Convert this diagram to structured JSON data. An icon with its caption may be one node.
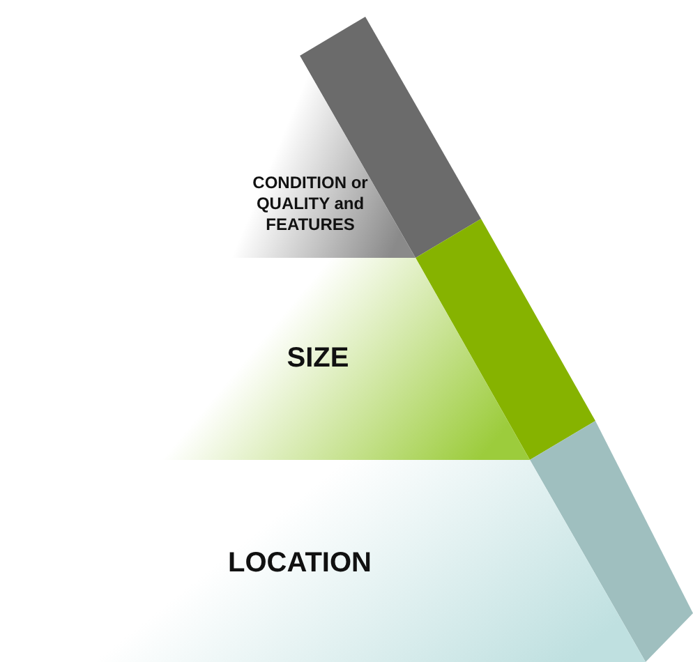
{
  "diagram": {
    "nodes": [
      {
        "text": [
          "CONDITION or QUALITY and FEATURES"
        ]
      },
      {
        "text": [
          "SIZE"
        ]
      },
      {
        "text": [
          "LOCATION"
        ]
      }
    ]
  }
}
